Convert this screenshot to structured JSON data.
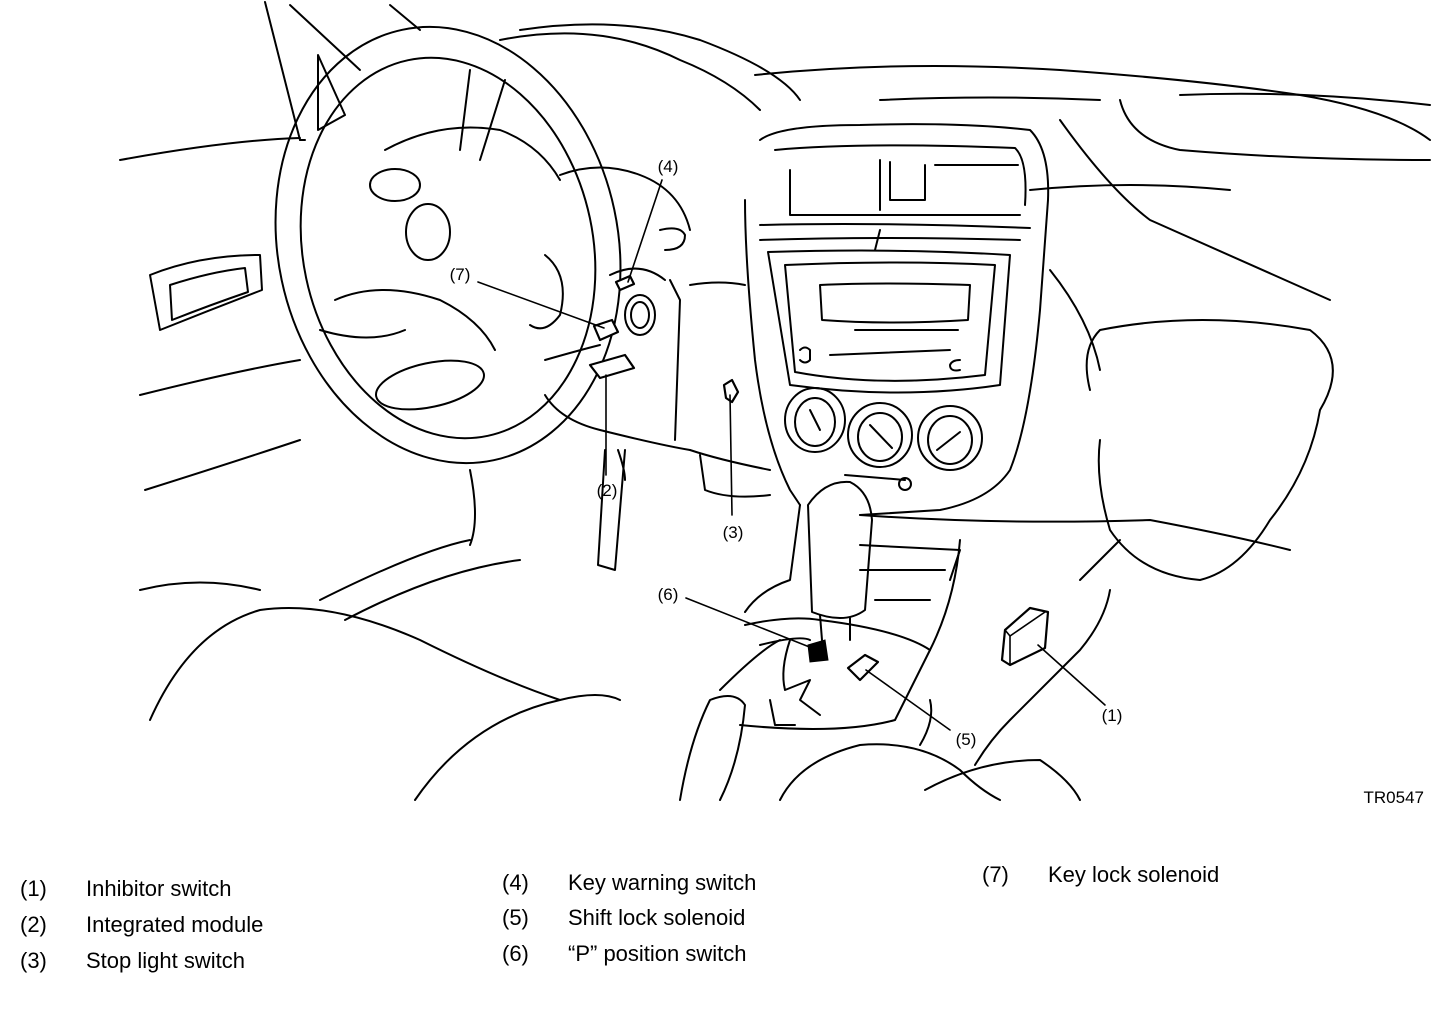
{
  "figure_code": "TR0547",
  "callouts": [
    {
      "id": "1",
      "label": "(1)"
    },
    {
      "id": "2",
      "label": "(2)"
    },
    {
      "id": "3",
      "label": "(3)"
    },
    {
      "id": "4",
      "label": "(4)"
    },
    {
      "id": "5",
      "label": "(5)"
    },
    {
      "id": "6",
      "label": "(6)"
    },
    {
      "id": "7",
      "label": "(7)"
    }
  ],
  "legend": [
    {
      "number": "(1)",
      "text": "Inhibitor switch"
    },
    {
      "number": "(2)",
      "text": "Integrated module"
    },
    {
      "number": "(3)",
      "text": "Stop light switch"
    },
    {
      "number": "(4)",
      "text": "Key warning switch"
    },
    {
      "number": "(5)",
      "text": "Shift lock solenoid"
    },
    {
      "number": "(6)",
      "text": "“P” position switch"
    },
    {
      "number": "(7)",
      "text": "Key lock solenoid"
    }
  ]
}
